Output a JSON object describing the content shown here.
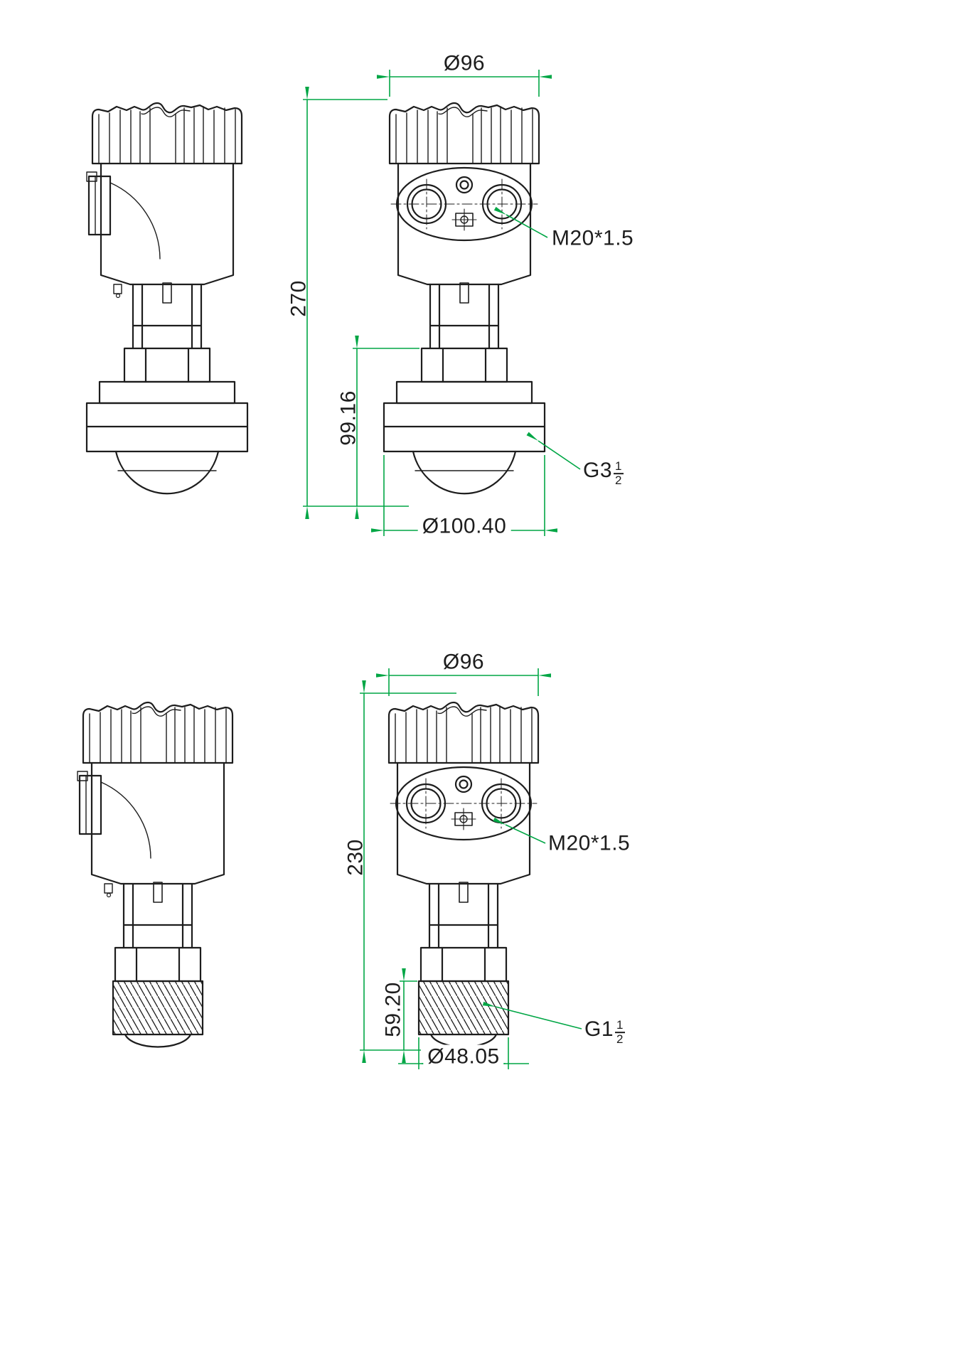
{
  "colors": {
    "line": "#1d1d1d",
    "dimension": "#00a645",
    "background": "#ffffff"
  },
  "views": {
    "horn_version": {
      "labels": {
        "top_diameter": "Ø96",
        "overall_height": "270",
        "lower_height": "99.16",
        "bottom_diameter": "Ø100.40",
        "gland_thread": "M20*1.5",
        "process_thread_prefix": "G3",
        "process_thread_numerator": "1",
        "process_thread_denominator": "2"
      }
    },
    "thread_version": {
      "labels": {
        "top_diameter": "Ø96",
        "overall_height": "230",
        "lower_height": "59.20",
        "bottom_diameter": "Ø48.05",
        "gland_thread": "M20*1.5",
        "process_thread_prefix": "G1",
        "process_thread_numerator": "1",
        "process_thread_denominator": "2"
      }
    }
  }
}
